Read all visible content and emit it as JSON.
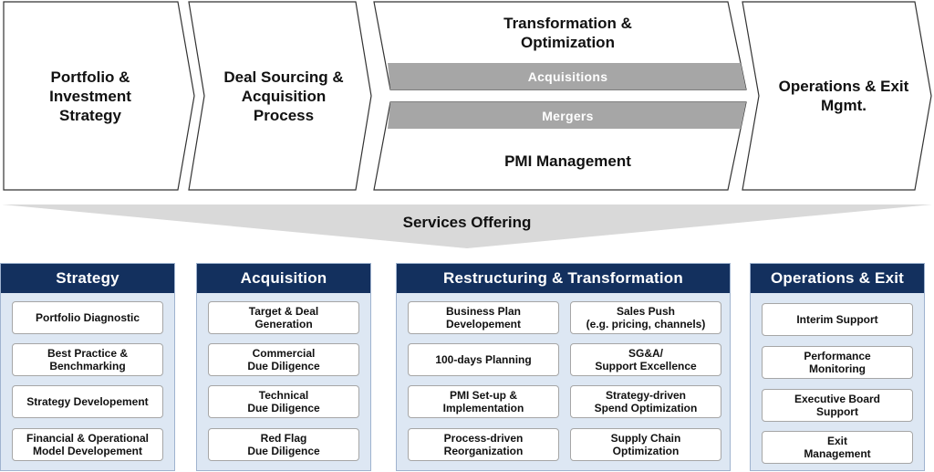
{
  "process": {
    "stage1": "Portfolio &\nInvestment\nStrategy",
    "stage2": "Deal Sourcing &\nAcquisition\nProcess",
    "stage3_top": "Transformation &\nOptimization",
    "band_acquisitions": "Acquisitions",
    "band_mergers": "Mergers",
    "stage3_bottom": "PMI Management",
    "stage4": "Operations & Exit\nMgmt."
  },
  "services_title": "Services Offering",
  "columns": [
    {
      "title": "Strategy",
      "items": [
        "Portfolio Diagnostic",
        "Best Practice &\nBenchmarking",
        "Strategy Developement",
        "Financial & Operational\nModel Developement"
      ]
    },
    {
      "title": "Acquisition",
      "items": [
        "Target & Deal\nGeneration",
        "Commercial\nDue Diligence",
        "Technical\nDue Diligence",
        "Red Flag\nDue Diligence"
      ]
    },
    {
      "title": "Restructuring & Transformation",
      "items_left": [
        "Business Plan\nDevelopement",
        "100-days Planning",
        "PMI Set-up &\nImplementation",
        "Process-driven\nReorganization"
      ],
      "items_right": [
        "Sales Push\n(e.g. pricing, channels)",
        "SG&A/\nSupport Excellence",
        "Strategy-driven\nSpend Optimization",
        "Supply Chain\nOptimization"
      ]
    },
    {
      "title": "Operations & Exit",
      "items": [
        "Interim Support",
        "Performance\nMonitoring",
        "Executive Board\nSupport",
        "Exit\nManagement"
      ]
    }
  ],
  "colors": {
    "header_navy": "#13305e",
    "column_fill": "#dde7f3",
    "band_gray": "#a6a6a6",
    "funnel_gray": "#d9d9d9"
  }
}
